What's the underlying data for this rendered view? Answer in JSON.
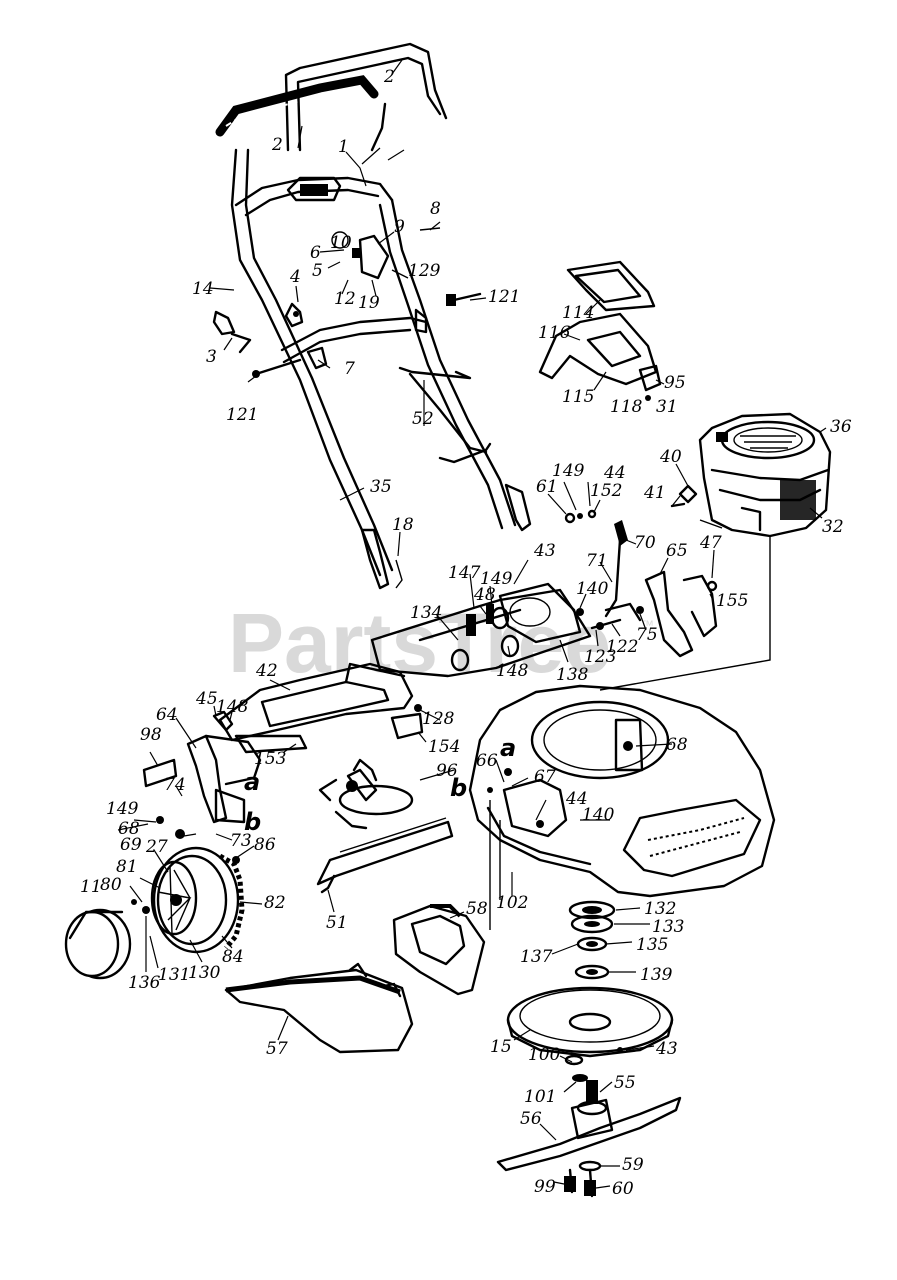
{
  "watermark": {
    "text": "PartsTree",
    "trademark": "™"
  },
  "part_labels": [
    "1",
    "2",
    "2",
    "3",
    "4",
    "5",
    "6",
    "7",
    "8",
    "9",
    "10",
    "11",
    "12",
    "14",
    "15",
    "18",
    "19",
    "27",
    "31",
    "32",
    "35",
    "36",
    "40",
    "41",
    "42",
    "43",
    "43",
    "44",
    "44",
    "45",
    "47",
    "48",
    "51",
    "52",
    "55",
    "56",
    "57",
    "58",
    "59",
    "60",
    "61",
    "64",
    "65",
    "66",
    "67",
    "68",
    "68",
    "69",
    "70",
    "71",
    "73",
    "74",
    "75",
    "80",
    "81",
    "82",
    "84",
    "86",
    "95",
    "96",
    "98",
    "99",
    "100",
    "101",
    "102",
    "114",
    "115",
    "116",
    "118",
    "121",
    "121",
    "122",
    "123",
    "128",
    "129",
    "130",
    "131",
    "132",
    "133",
    "134",
    "135",
    "136",
    "137",
    "138",
    "139",
    "140",
    "140",
    "147",
    "148",
    "148",
    "149",
    "149",
    "149",
    "152",
    "153",
    "154",
    "155"
  ],
  "reference_letters": [
    "a",
    "b",
    "a",
    "b"
  ]
}
